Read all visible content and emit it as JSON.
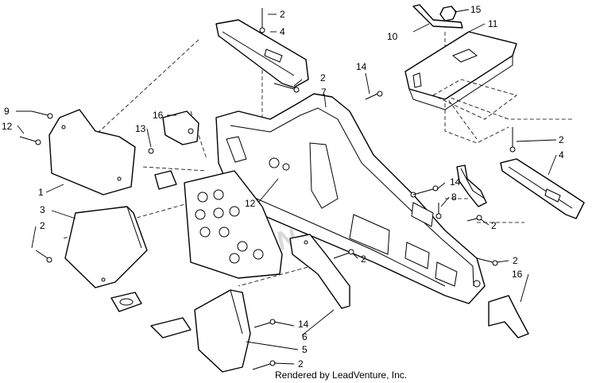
{
  "callouts": [
    {
      "id": "c1",
      "label": "2"
    },
    {
      "id": "c2",
      "label": "4"
    },
    {
      "id": "c3",
      "label": "15"
    },
    {
      "id": "c4",
      "label": "10"
    },
    {
      "id": "c5",
      "label": "11"
    },
    {
      "id": "c6",
      "label": "14"
    },
    {
      "id": "c7",
      "label": "2"
    },
    {
      "id": "c8",
      "label": "7"
    },
    {
      "id": "c9",
      "label": "9"
    },
    {
      "id": "c10",
      "label": "12"
    },
    {
      "id": "c11",
      "label": "16"
    },
    {
      "id": "c12",
      "label": "13"
    },
    {
      "id": "c13",
      "label": "2"
    },
    {
      "id": "c14",
      "label": "4"
    },
    {
      "id": "c15",
      "label": "1"
    },
    {
      "id": "c16",
      "label": "14"
    },
    {
      "id": "c17",
      "label": "12"
    },
    {
      "id": "c18",
      "label": "8"
    },
    {
      "id": "c19",
      "label": "3"
    },
    {
      "id": "c20",
      "label": "2"
    },
    {
      "id": "c21",
      "label": "2"
    },
    {
      "id": "c22",
      "label": "2"
    },
    {
      "id": "c23",
      "label": "2"
    },
    {
      "id": "c24",
      "label": "16"
    },
    {
      "id": "c25",
      "label": "14"
    },
    {
      "id": "c26",
      "label": "6"
    },
    {
      "id": "c27",
      "label": "5"
    },
    {
      "id": "c28",
      "label": "2"
    }
  ],
  "credit": "Rendered by LeadVenture, Inc."
}
